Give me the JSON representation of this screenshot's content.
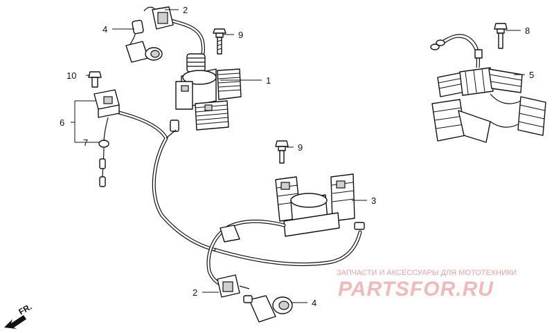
{
  "callouts": {
    "c1": "1",
    "c2_top": "2",
    "c2_bottom": "2",
    "c3": "3",
    "c4_top": "4",
    "c4_bottom": "4",
    "c5": "5",
    "c6": "6",
    "c7": "7",
    "c8": "8",
    "c9_top": "9",
    "c9_mid": "9",
    "c10": "10"
  },
  "direction_marker": "FR.",
  "watermark": {
    "caption": "ЗАПЧАСТИ И АКСЕССУАРЫ ДЛЯ МОТОТЕХНИКИ",
    "brand": "PARTSFOR.RU"
  }
}
